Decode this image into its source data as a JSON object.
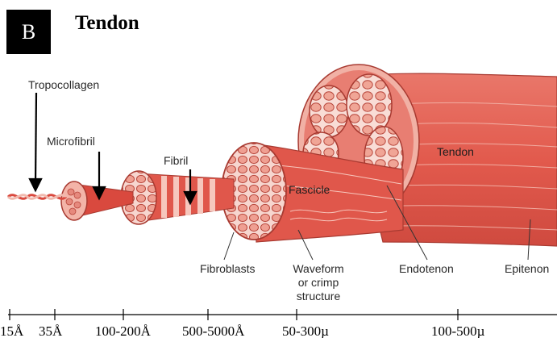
{
  "panel": {
    "letter": "B",
    "title": "Tendon"
  },
  "colors": {
    "tissue": "#e0574b",
    "tissue_dark": "#b53a30",
    "tissue_light": "#f6c7bd",
    "fibril_cell": "#f3a99d"
  },
  "structures": {
    "tropocollagen": "Tropocollagen",
    "microfibril": "Microfibril",
    "fibril": "Fibril",
    "fascicle": "Fascicle",
    "tendon": "Tendon",
    "fibroblasts": "Fibroblasts",
    "waveform": [
      "Waveform",
      "or crimp",
      "structure"
    ],
    "endotenon": "Endotenon",
    "epitenon": "Epitenon"
  },
  "scale": {
    "ticks": [
      "15Å",
      "35Å",
      "100-200Å",
      "500-5000Å",
      "50-300µ",
      "100-500µ"
    ]
  }
}
